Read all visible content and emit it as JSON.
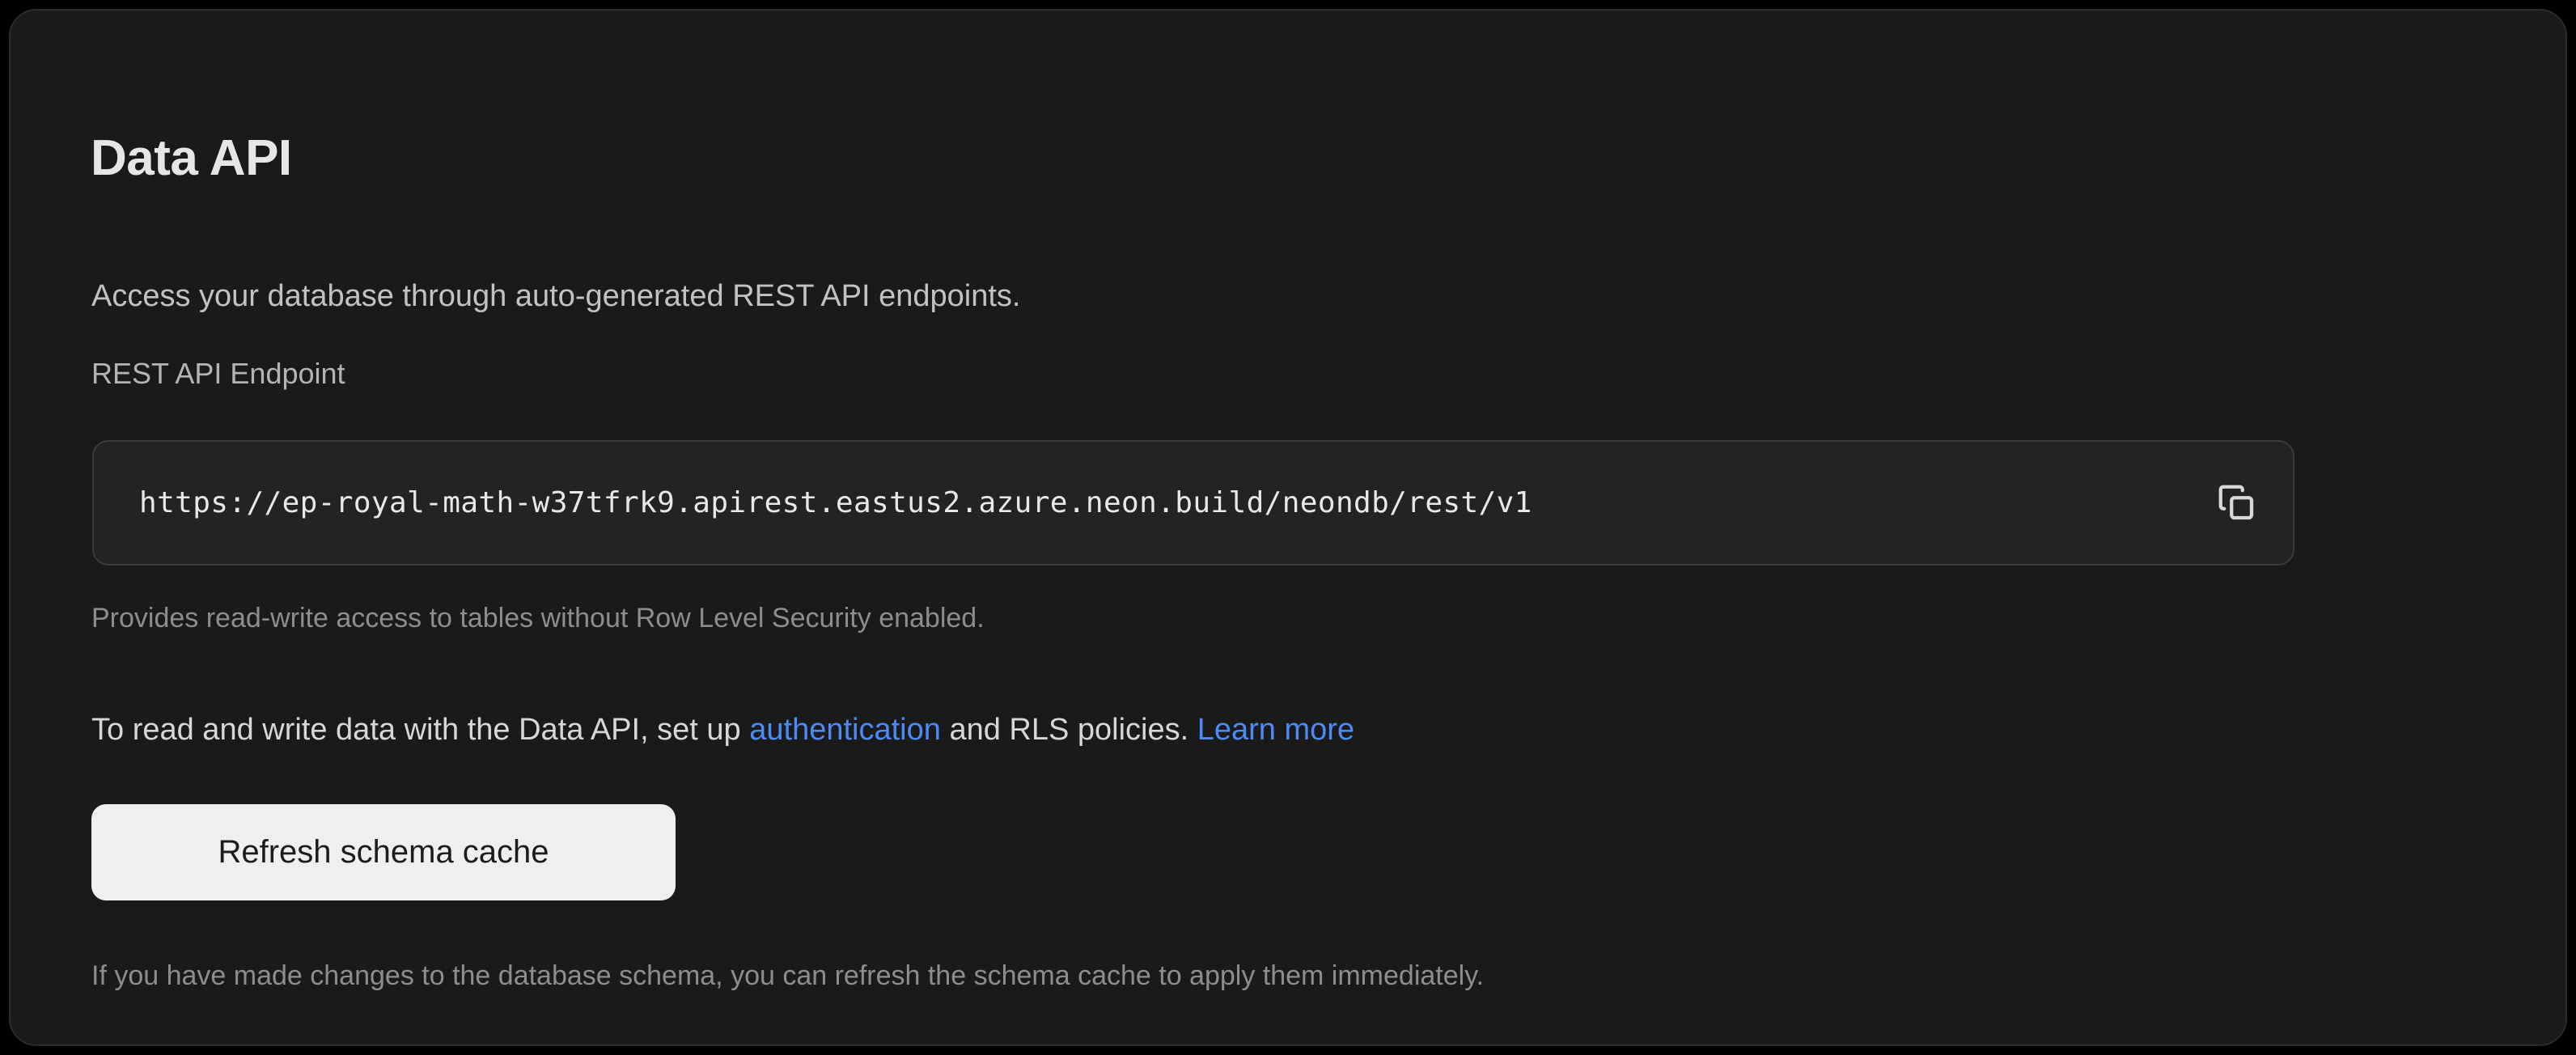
{
  "card": {
    "title": "Data API",
    "description": "Access your database through auto-generated REST API endpoints.",
    "endpoint": {
      "label": "REST API Endpoint",
      "value": "https://ep-royal-math-w37tfrk9.apirest.eastus2.azure.neon.build/neondb/rest/v1",
      "copy_icon": "copy-icon",
      "help": "Provides read-write access to tables without Row Level Security enabled."
    },
    "info": {
      "lead": "To read and write data with the Data API, set up ",
      "link_auth": "authentication",
      "middle": " and RLS policies. ",
      "link_learn": "Learn more"
    },
    "refresh": {
      "label": "Refresh schema cache",
      "note": "If you have made changes to the database schema, you can refresh the schema cache to apply them immediately."
    }
  },
  "colors": {
    "page_background": "#000000",
    "card_background": "#1a1a1a",
    "card_border": "#2b2b2b",
    "input_background": "#232323",
    "input_border": "#3a3a3a",
    "link": "#4c8bf5",
    "button_background": "#efefef",
    "button_text": "#1c1c1c",
    "title_text": "#e6e6e6",
    "muted_text": "#8d8d8d"
  }
}
